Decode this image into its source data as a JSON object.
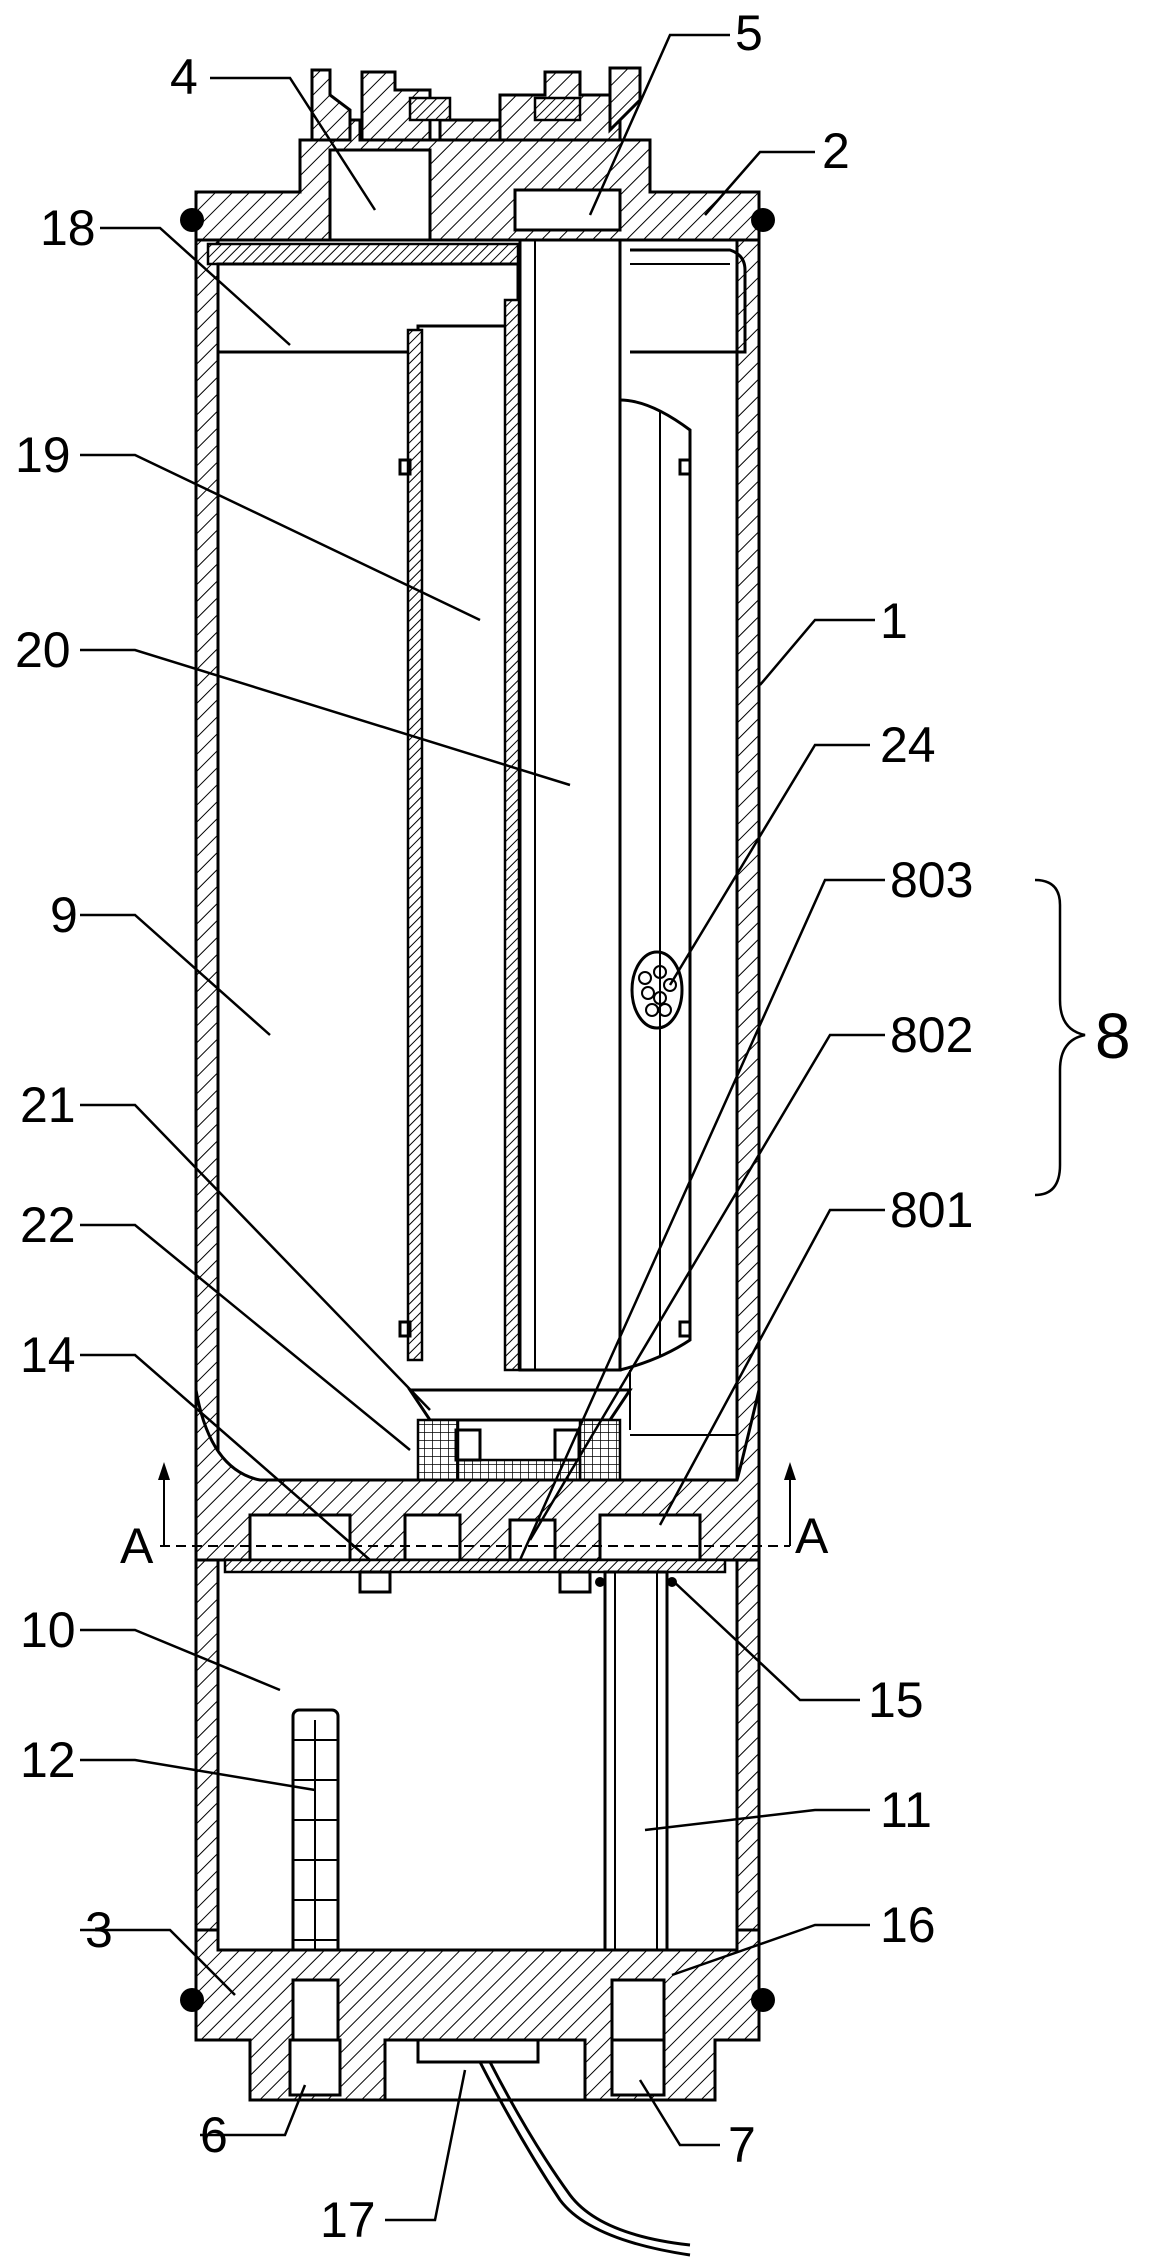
{
  "diagram": {
    "labels": {
      "l1": "1",
      "l2": "2",
      "l3": "3",
      "l4": "4",
      "l5": "5",
      "l6": "6",
      "l7": "7",
      "l8": "8",
      "l9": "9",
      "l10": "10",
      "l11": "11",
      "l12": "12",
      "l14": "14",
      "l15": "15",
      "l16": "16",
      "l17": "17",
      "l18": "18",
      "l19": "19",
      "l20": "20",
      "l21": "21",
      "l22": "22",
      "l24": "24",
      "l801": "801",
      "l802": "802",
      "l803": "803",
      "sectionLeft": "A",
      "sectionRight": "A"
    }
  }
}
